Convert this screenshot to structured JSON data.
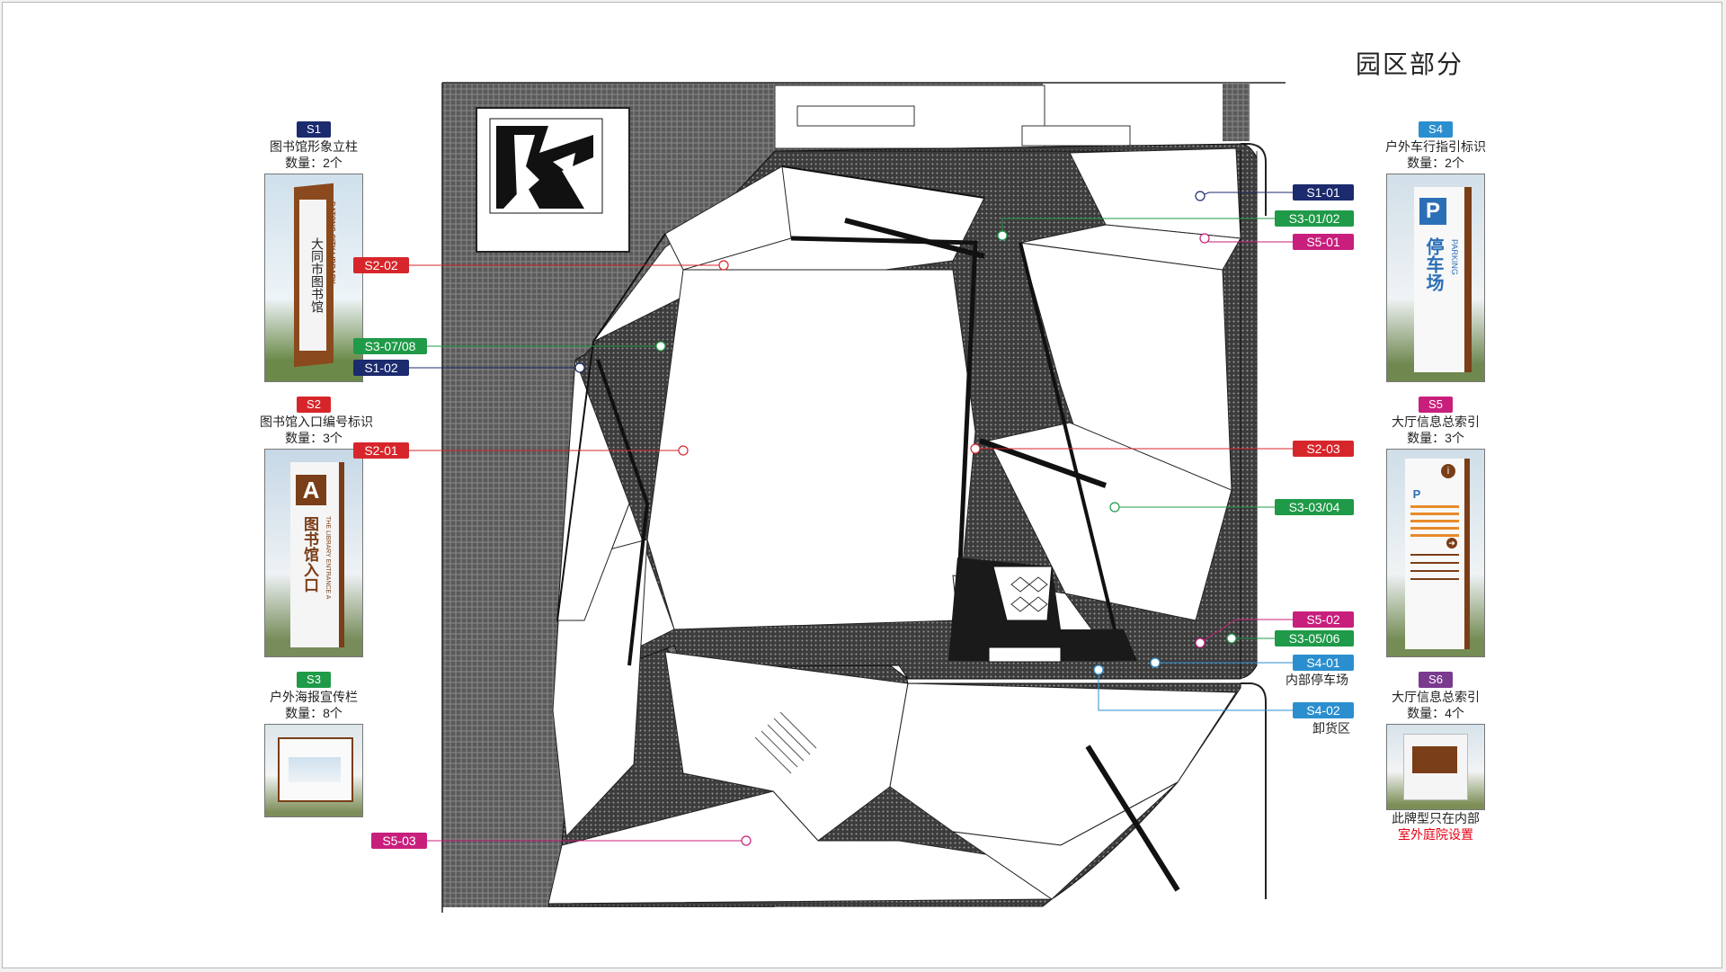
{
  "page": {
    "title": "园区部分"
  },
  "colors": {
    "s1": "#1c2a6e",
    "s2": "#d7262b",
    "s3": "#1f9a48",
    "s4": "#2b8fcf",
    "s5": "#c81f7d",
    "s6": "#7a3a8e",
    "hatch": "#4a4a4a",
    "roof": "#ffffff",
    "wall": "#1a1a1a"
  },
  "cards": {
    "s1": {
      "code": "S1",
      "name": "图书馆形象立柱",
      "qty": "数量：2个",
      "sign_text": "大同市图书馆",
      "sign_text_en": "DATONG CITY LIBRARY"
    },
    "s2": {
      "code": "S2",
      "name": "图书馆入口编号标识",
      "qty": "数量：3个",
      "sign_letter": "A",
      "sign_text": "图书馆入口",
      "sign_text_en": "THE LIBRARY ENTRANCE A"
    },
    "s3": {
      "code": "S3",
      "name": "户外海报宣传栏",
      "qty": "数量：8个"
    },
    "s4": {
      "code": "S4",
      "name": "户外车行指引标识",
      "qty": "数量：2个",
      "sign_letter": "P",
      "sign_text": "停车场",
      "sign_text_en": "PARKING"
    },
    "s5": {
      "code": "S5",
      "name": "大厅信息总索引",
      "qty": "数量：3个",
      "sign_letter": "P"
    },
    "s6": {
      "code": "S6",
      "name": "大厅信息总索引",
      "qty": "数量：4个",
      "note": "此牌型只在内部",
      "note_red": "室外庭院设置"
    }
  },
  "tags": {
    "s1_01": "S1-01",
    "s3_01_02": "S3-01/02",
    "s5_01": "S5-01",
    "s2_02": "S2-02",
    "s3_07_08": "S3-07/08",
    "s1_02": "S1-02",
    "s2_01": "S2-01",
    "s2_03": "S2-03",
    "s3_03_04": "S3-03/04",
    "s5_02": "S5-02",
    "s3_05_06": "S3-05/06",
    "s4_01": "S4-01",
    "s4_02": "S4-02",
    "s5_03": "S5-03"
  },
  "labels": {
    "s4_01": "内部停车场",
    "s4_02": "卸货区"
  }
}
